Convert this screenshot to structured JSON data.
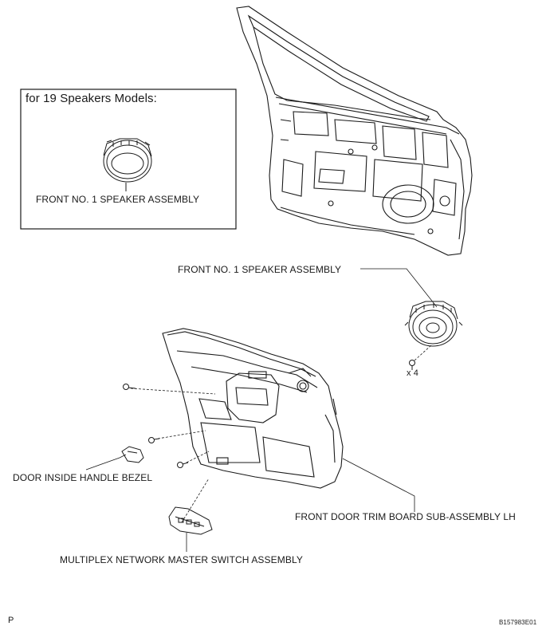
{
  "inset": {
    "title": "for 19 Speakers Models:",
    "speaker_label": "FRONT NO. 1 SPEAKER ASSEMBLY"
  },
  "callouts": {
    "speaker": "FRONT NO. 1 SPEAKER ASSEMBLY",
    "screw_qty": "x 4",
    "handle_bezel": "DOOR INSIDE HANDLE BEZEL",
    "trim_board": "FRONT DOOR TRIM BOARD SUB-ASSEMBLY LH",
    "master_switch": "MULTIPLEX NETWORK MASTER SWITCH ASSEMBLY"
  },
  "footer": {
    "left_mark": "P",
    "figure_code": "B157983E01"
  }
}
